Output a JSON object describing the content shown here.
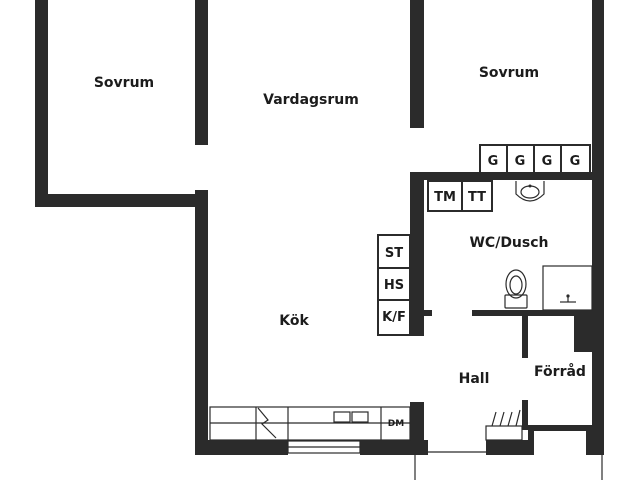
{
  "rooms": {
    "bedroom_left": "Sovrum",
    "living_room": "Vardagsrum",
    "bedroom_right": "Sovrum",
    "kitchen": "Kök",
    "bathroom": "WC/Dusch",
    "hall": "Hall",
    "storage": "Förråd"
  },
  "fixtures": {
    "wardrobe": [
      "G",
      "G",
      "G",
      "G"
    ],
    "washer": "TM",
    "dryer": "TT",
    "stove": "ST",
    "cabinet": "HS",
    "fridge_freezer": "K/F",
    "dishwasher": "DM"
  },
  "colors": {
    "wall": "#2b2b2b",
    "background": "#ffffff"
  }
}
